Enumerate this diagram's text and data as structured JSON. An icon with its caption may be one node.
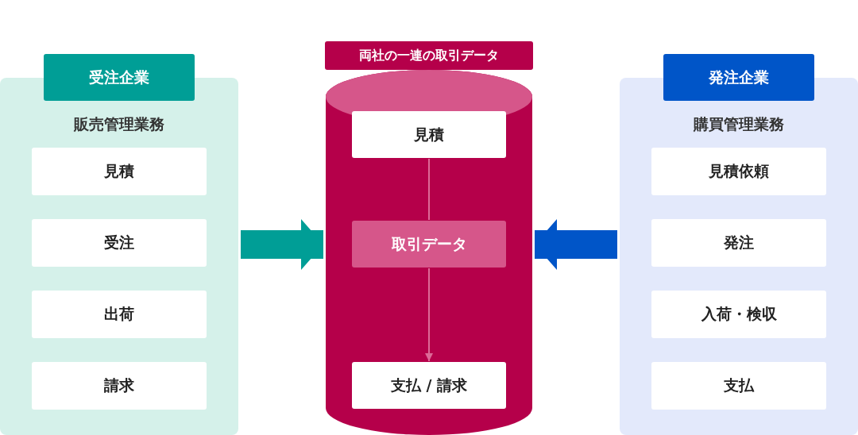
{
  "diagram": {
    "nodes": [
      {
        "text": [
          "受注企業"
        ]
      },
      {
        "text": [
          "販売管理業務"
        ]
      },
      {
        "text": [
          "見積"
        ],
        "in": 1
      },
      {
        "text": [
          "受注"
        ],
        "in": 1
      },
      {
        "text": [
          "出荷"
        ],
        "in": 1
      },
      {
        "text": [
          "請求"
        ],
        "in": 1
      },
      {
        "text": [
          "両社の一連の取引データ"
        ]
      },
      {
        "text": [],
        "shape": "cylinder"
      },
      {
        "text": [
          "見積"
        ],
        "in": 7
      },
      {
        "text": [
          "取引データ"
        ],
        "in": 7
      },
      {
        "text": [
          "支払 / 請求"
        ],
        "in": 7
      },
      {
        "text": [
          "発注企業"
        ]
      },
      {
        "text": [
          "購買管理業務"
        ]
      },
      {
        "text": [
          "見積依頼"
        ],
        "in": 12
      },
      {
        "text": [
          "発注"
        ],
        "in": 12
      },
      {
        "text": [
          "入荷・検収"
        ],
        "in": 12
      },
      {
        "text": [
          "支払"
        ],
        "in": 12
      }
    ],
    "edges": [
      {
        "from": 1,
        "to": 7,
        "arrow": "to",
        "style": "thick",
        "color": "#009e96"
      },
      {
        "from": 12,
        "to": 7,
        "arrow": "to",
        "style": "thick",
        "color": "#0055c8"
      },
      {
        "from": 8,
        "to": 9,
        "arrow": "none",
        "color": "#dc6a98"
      },
      {
        "from": 9,
        "to": 10,
        "arrow": "to",
        "color": "#dc6a98"
      }
    ]
  }
}
